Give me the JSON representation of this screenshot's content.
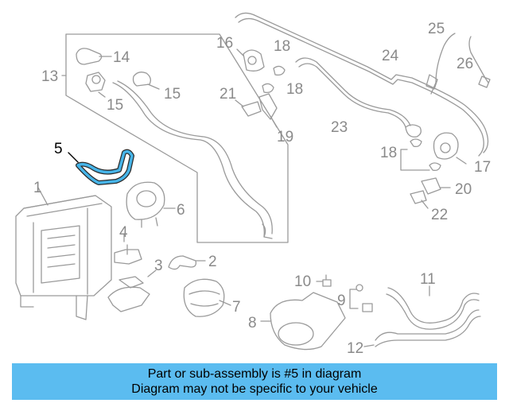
{
  "diagram": {
    "highlight_color": "#46b4e8",
    "callouts": {
      "c1": "1",
      "c2": "2",
      "c3": "3",
      "c4": "4",
      "c5": "5",
      "c6": "6",
      "c7": "7",
      "c8": "8",
      "c9": "9",
      "c10": "10",
      "c11": "11",
      "c12": "12",
      "c13": "13",
      "c14": "14",
      "c15a": "15",
      "c15b": "15",
      "c16": "16",
      "c17": "17",
      "c18a": "18",
      "c18b": "18",
      "c18c": "18",
      "c19": "19",
      "c20": "20",
      "c21": "21",
      "c22": "22",
      "c23": "23",
      "c24": "24",
      "c25": "25",
      "c26": "26"
    }
  },
  "banner": {
    "line1": "Part or sub-assembly is #5 in diagram",
    "line2": "Diagram may not be specific to your vehicle"
  }
}
